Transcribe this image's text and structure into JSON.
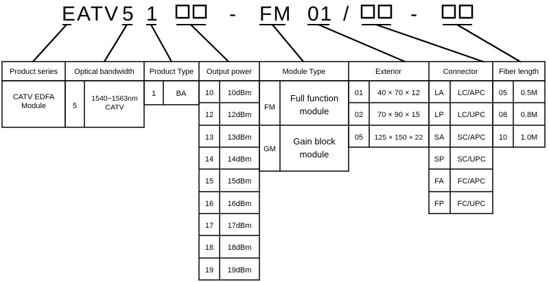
{
  "code": {
    "parts": [
      "EATV",
      "5",
      "1",
      "",
      "-",
      "FM",
      "01",
      "/",
      "",
      "-",
      ""
    ]
  },
  "columns": [
    {
      "id": "product-series",
      "label": "Product series",
      "rows": [
        {
          "text": "CATV EDFA Module"
        }
      ]
    },
    {
      "id": "optical-bandwidth",
      "label": "Optical bandwidth",
      "rows": [
        {
          "code": "5",
          "text": "1540~1563nm CATV"
        }
      ]
    },
    {
      "id": "product-type",
      "label": "Product Type",
      "rows": [
        {
          "code": "1",
          "text": "BA"
        }
      ]
    },
    {
      "id": "output-power",
      "label": "Output power",
      "rows": [
        {
          "code": "10",
          "text": "10dBm"
        },
        {
          "code": "12",
          "text": "12dBm"
        },
        {
          "code": "13",
          "text": "13dBm"
        },
        {
          "code": "14",
          "text": "14dBm"
        },
        {
          "code": "15",
          "text": "15dBm"
        },
        {
          "code": "16",
          "text": "16dBm"
        },
        {
          "code": "17",
          "text": "17dBm"
        },
        {
          "code": "18",
          "text": "18dBm"
        },
        {
          "code": "19",
          "text": "19dBm"
        }
      ]
    },
    {
      "id": "module-type",
      "label": "Module Type",
      "rows": [
        {
          "code": "FM",
          "text": "Full function module"
        },
        {
          "code": "GM",
          "text": "Gain block module"
        }
      ]
    },
    {
      "id": "exterior",
      "label": "Exterior",
      "rows": [
        {
          "code": "01",
          "text": "40 × 70 × 12"
        },
        {
          "code": "02",
          "text": "70 × 90 × 15"
        },
        {
          "code": "05",
          "text": "125 × 150 × 22"
        }
      ]
    },
    {
      "id": "connector",
      "label": "Connector",
      "rows": [
        {
          "code": "LA",
          "text": "LC/APC"
        },
        {
          "code": "LP",
          "text": "LC/UPC"
        },
        {
          "code": "SA",
          "text": "SC/APC"
        },
        {
          "code": "SP",
          "text": "SC/UPC"
        },
        {
          "code": "FA",
          "text": "FC/APC"
        },
        {
          "code": "FP",
          "text": "FC/UPC"
        }
      ]
    },
    {
      "id": "fiber-length",
      "label": "Fiber length",
      "rows": [
        {
          "code": "05",
          "text": "0.5M"
        },
        {
          "code": "08",
          "text": "0.8M"
        },
        {
          "code": "10",
          "text": "1.0M"
        }
      ]
    }
  ]
}
